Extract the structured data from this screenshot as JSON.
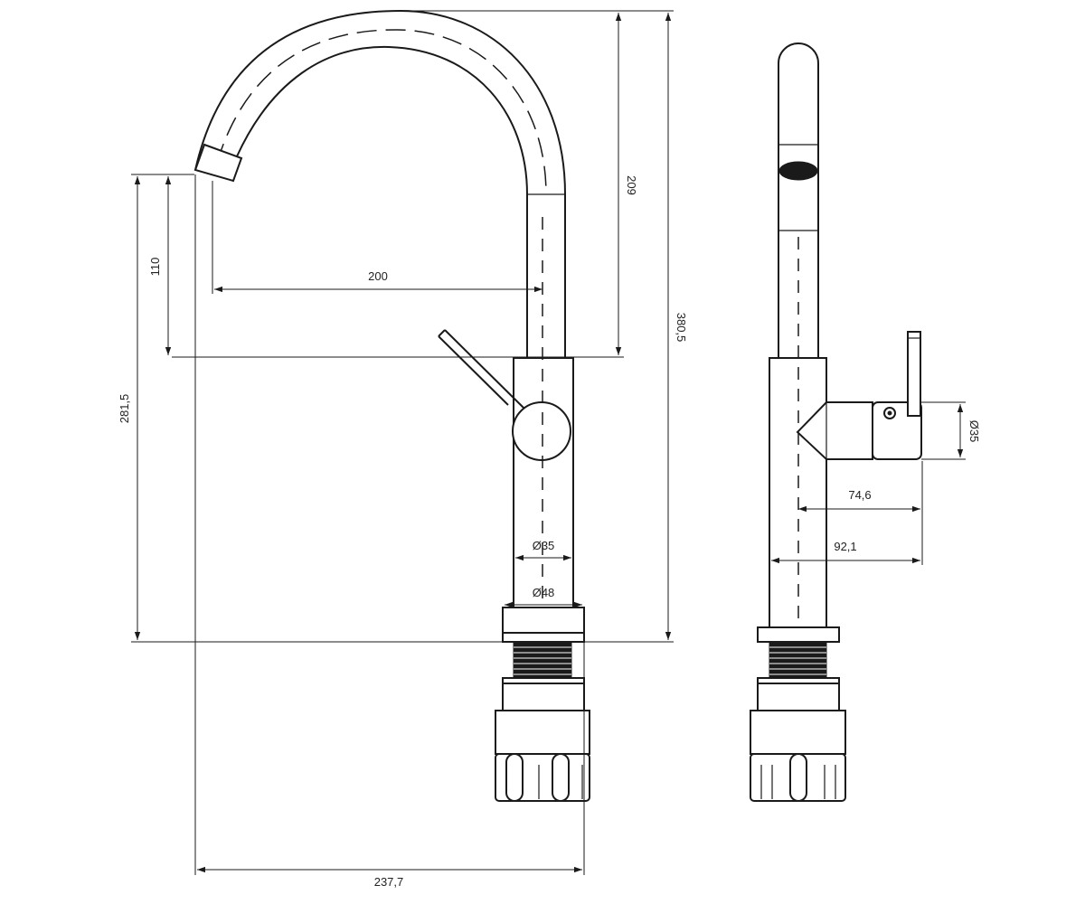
{
  "dimensions": {
    "spout_height": "110",
    "spout_reach": "200",
    "spout_arc_height": "209",
    "outlet_height": "281,5",
    "total_height": "380,5",
    "body_diameter": "Ø35",
    "base_diameter": "Ø48",
    "total_width": "237,7",
    "side_handle_diameter": "Ø35",
    "side_depth_inner": "74,6",
    "side_depth_outer": "92,1"
  }
}
